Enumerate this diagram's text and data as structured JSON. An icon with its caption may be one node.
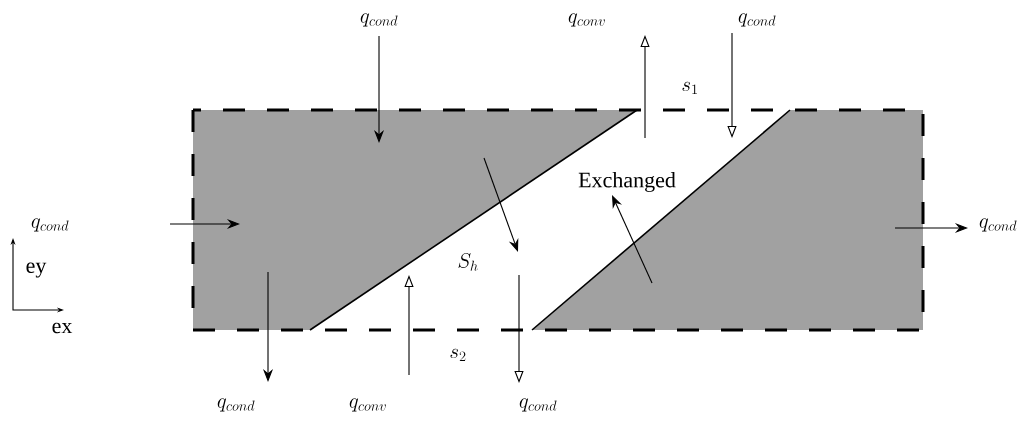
{
  "diagram": {
    "labels": [
      "q_{cond}",
      "q_{conv}",
      "q_{cond}",
      "s_1",
      "Exchanged",
      "q_{cond}",
      "q_{cond}",
      "S_h",
      "ey",
      "ex",
      "s_2",
      "q_{cond}",
      "q_{conv}",
      "q_{cond}"
    ]
  }
}
